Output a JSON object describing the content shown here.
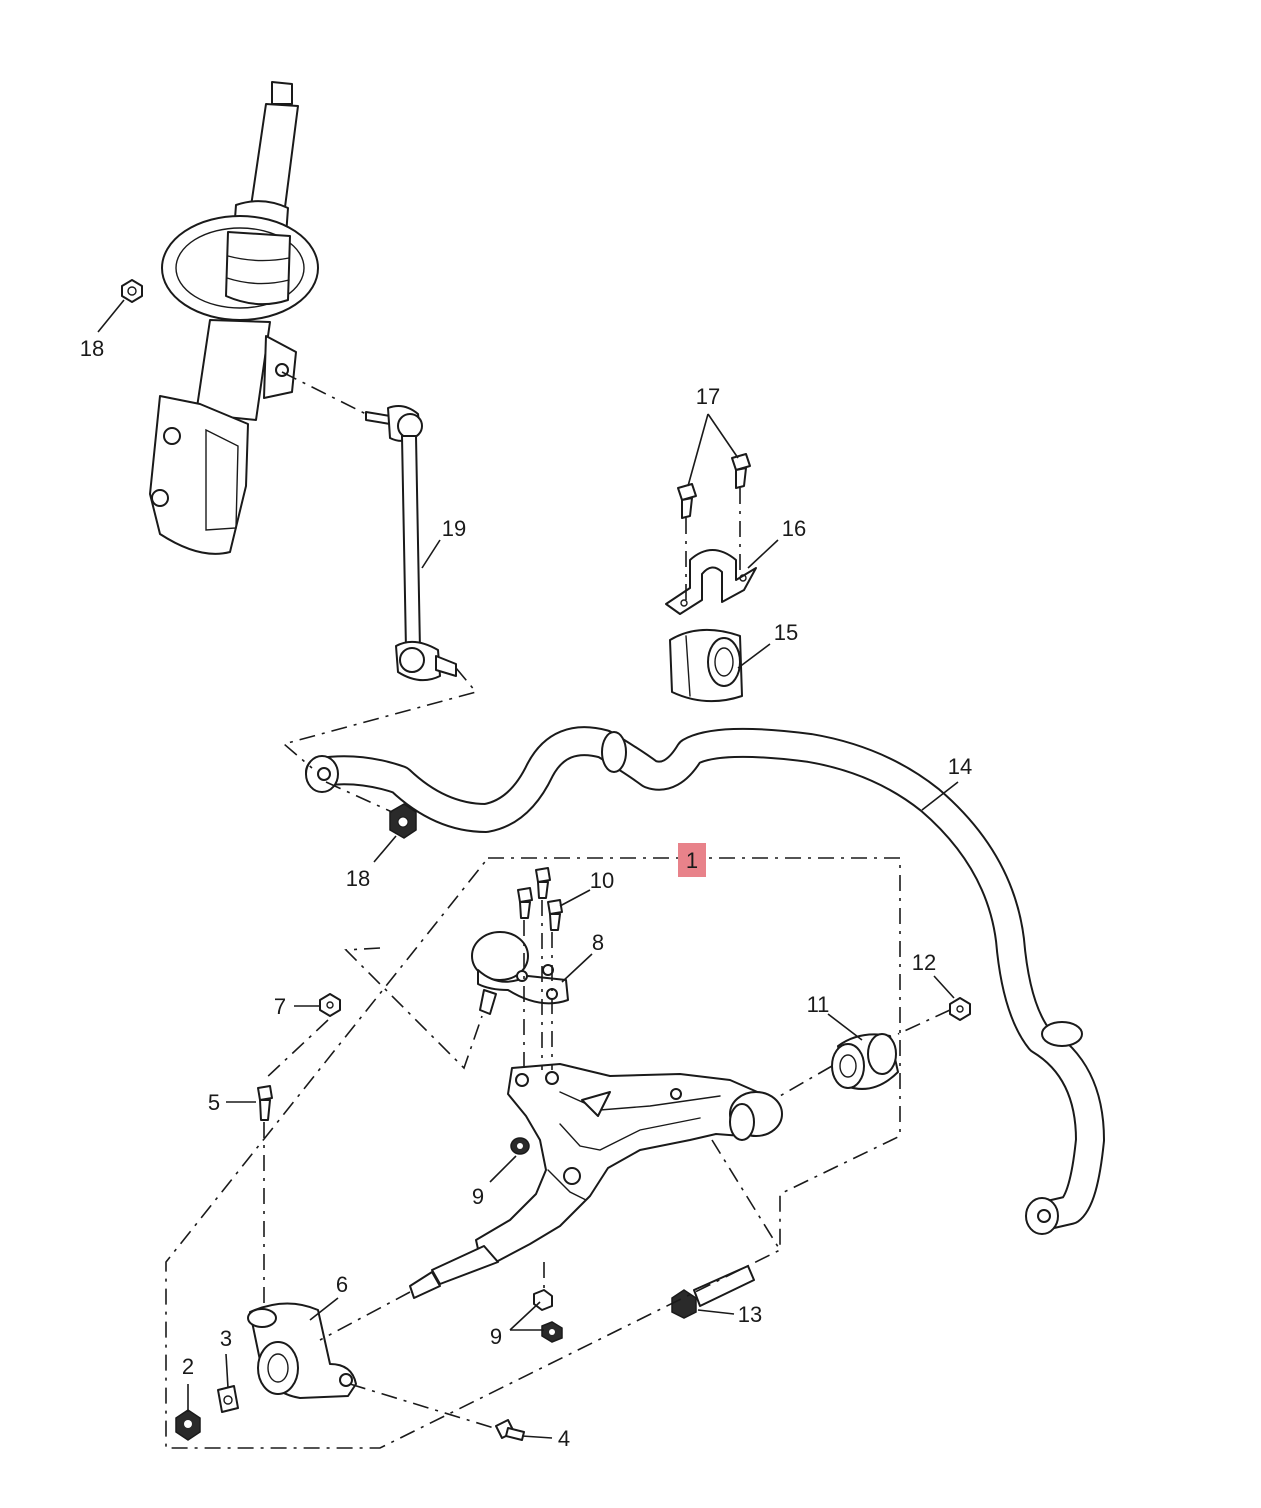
{
  "colors": {
    "line": "#1a1a1a",
    "highlight": "#e8828a",
    "background": "#ffffff"
  },
  "parts": {
    "strut_assembly": "strut-assembly",
    "stabilizer_link": "stabilizer-link",
    "stabilizer_bar": "stabilizer-bar",
    "lower_control_arm": "lower-control-arm",
    "ball_joint": "ball-joint",
    "bushing_rear": "rear-bushing",
    "bushing_front": "front-bushing",
    "clamp": "bar-clamp",
    "bar_bushing": "bar-bushing",
    "bolt_long": "long-bolt"
  },
  "callouts": {
    "c1": "1",
    "c2": "2",
    "c3": "3",
    "c4": "4",
    "c5": "5",
    "c6": "6",
    "c7": "7",
    "c8": "8",
    "c9a": "9",
    "c9b": "9",
    "c10": "10",
    "c11": "11",
    "c12": "12",
    "c13": "13",
    "c14": "14",
    "c15": "15",
    "c16": "16",
    "c17": "17",
    "c18a": "18",
    "c18b": "18",
    "c19": "19"
  }
}
